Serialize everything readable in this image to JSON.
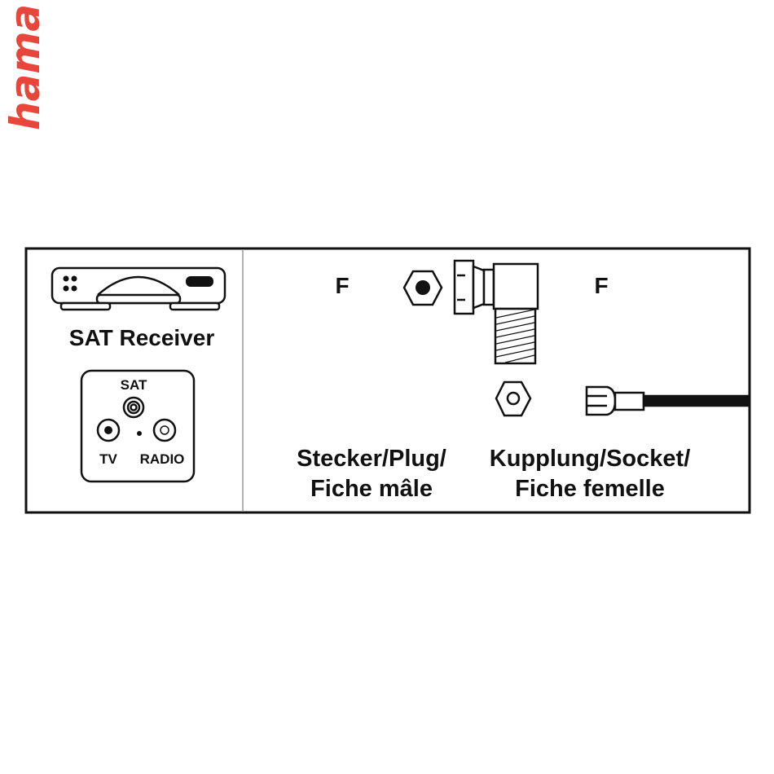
{
  "brand": {
    "logo": "hama",
    "color": "#e8463a"
  },
  "receiver": {
    "title": "SAT Receiver"
  },
  "wall_socket": {
    "sat": "SAT",
    "tv": "TV",
    "radio": "RADIO"
  },
  "plug": {
    "type_label": "F",
    "caption_line1": "Stecker/Plug/",
    "caption_line2": "Fiche mâle"
  },
  "socket": {
    "type_label": "F",
    "caption_line1": "Kupplung/Socket/",
    "caption_line2": "Fiche femelle"
  }
}
